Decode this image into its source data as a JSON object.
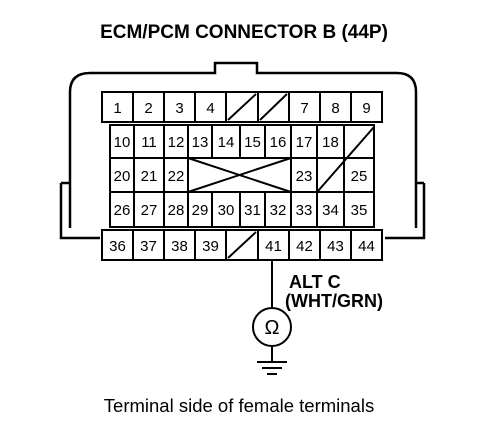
{
  "title": "ECM/PCM CONNECTOR B (44P)",
  "wire": {
    "signal": "ALT C",
    "color": "(WHT/GRN)"
  },
  "meter_symbol": "Ω",
  "caption": "Terminal side of female terminals",
  "pins": {
    "p1": "1",
    "p2": "2",
    "p3": "3",
    "p4": "4",
    "p7": "7",
    "p8": "8",
    "p9": "9",
    "p10": "10",
    "p11": "11",
    "p12": "12",
    "p13": "13",
    "p14": "14",
    "p15": "15",
    "p16": "16",
    "p17": "17",
    "p18": "18",
    "p20": "20",
    "p21": "21",
    "p22": "22",
    "p23": "23",
    "p25": "25",
    "p26": "26",
    "p27": "27",
    "p28": "28",
    "p29": "29",
    "p30": "30",
    "p31": "31",
    "p32": "32",
    "p33": "33",
    "p34": "34",
    "p35": "35",
    "p36": "36",
    "p37": "37",
    "p38": "38",
    "p39": "39",
    "p41": "41",
    "p42": "42",
    "p43": "43",
    "p44": "44"
  },
  "colors": {
    "ink": "#000000",
    "background": "#ffffff"
  }
}
